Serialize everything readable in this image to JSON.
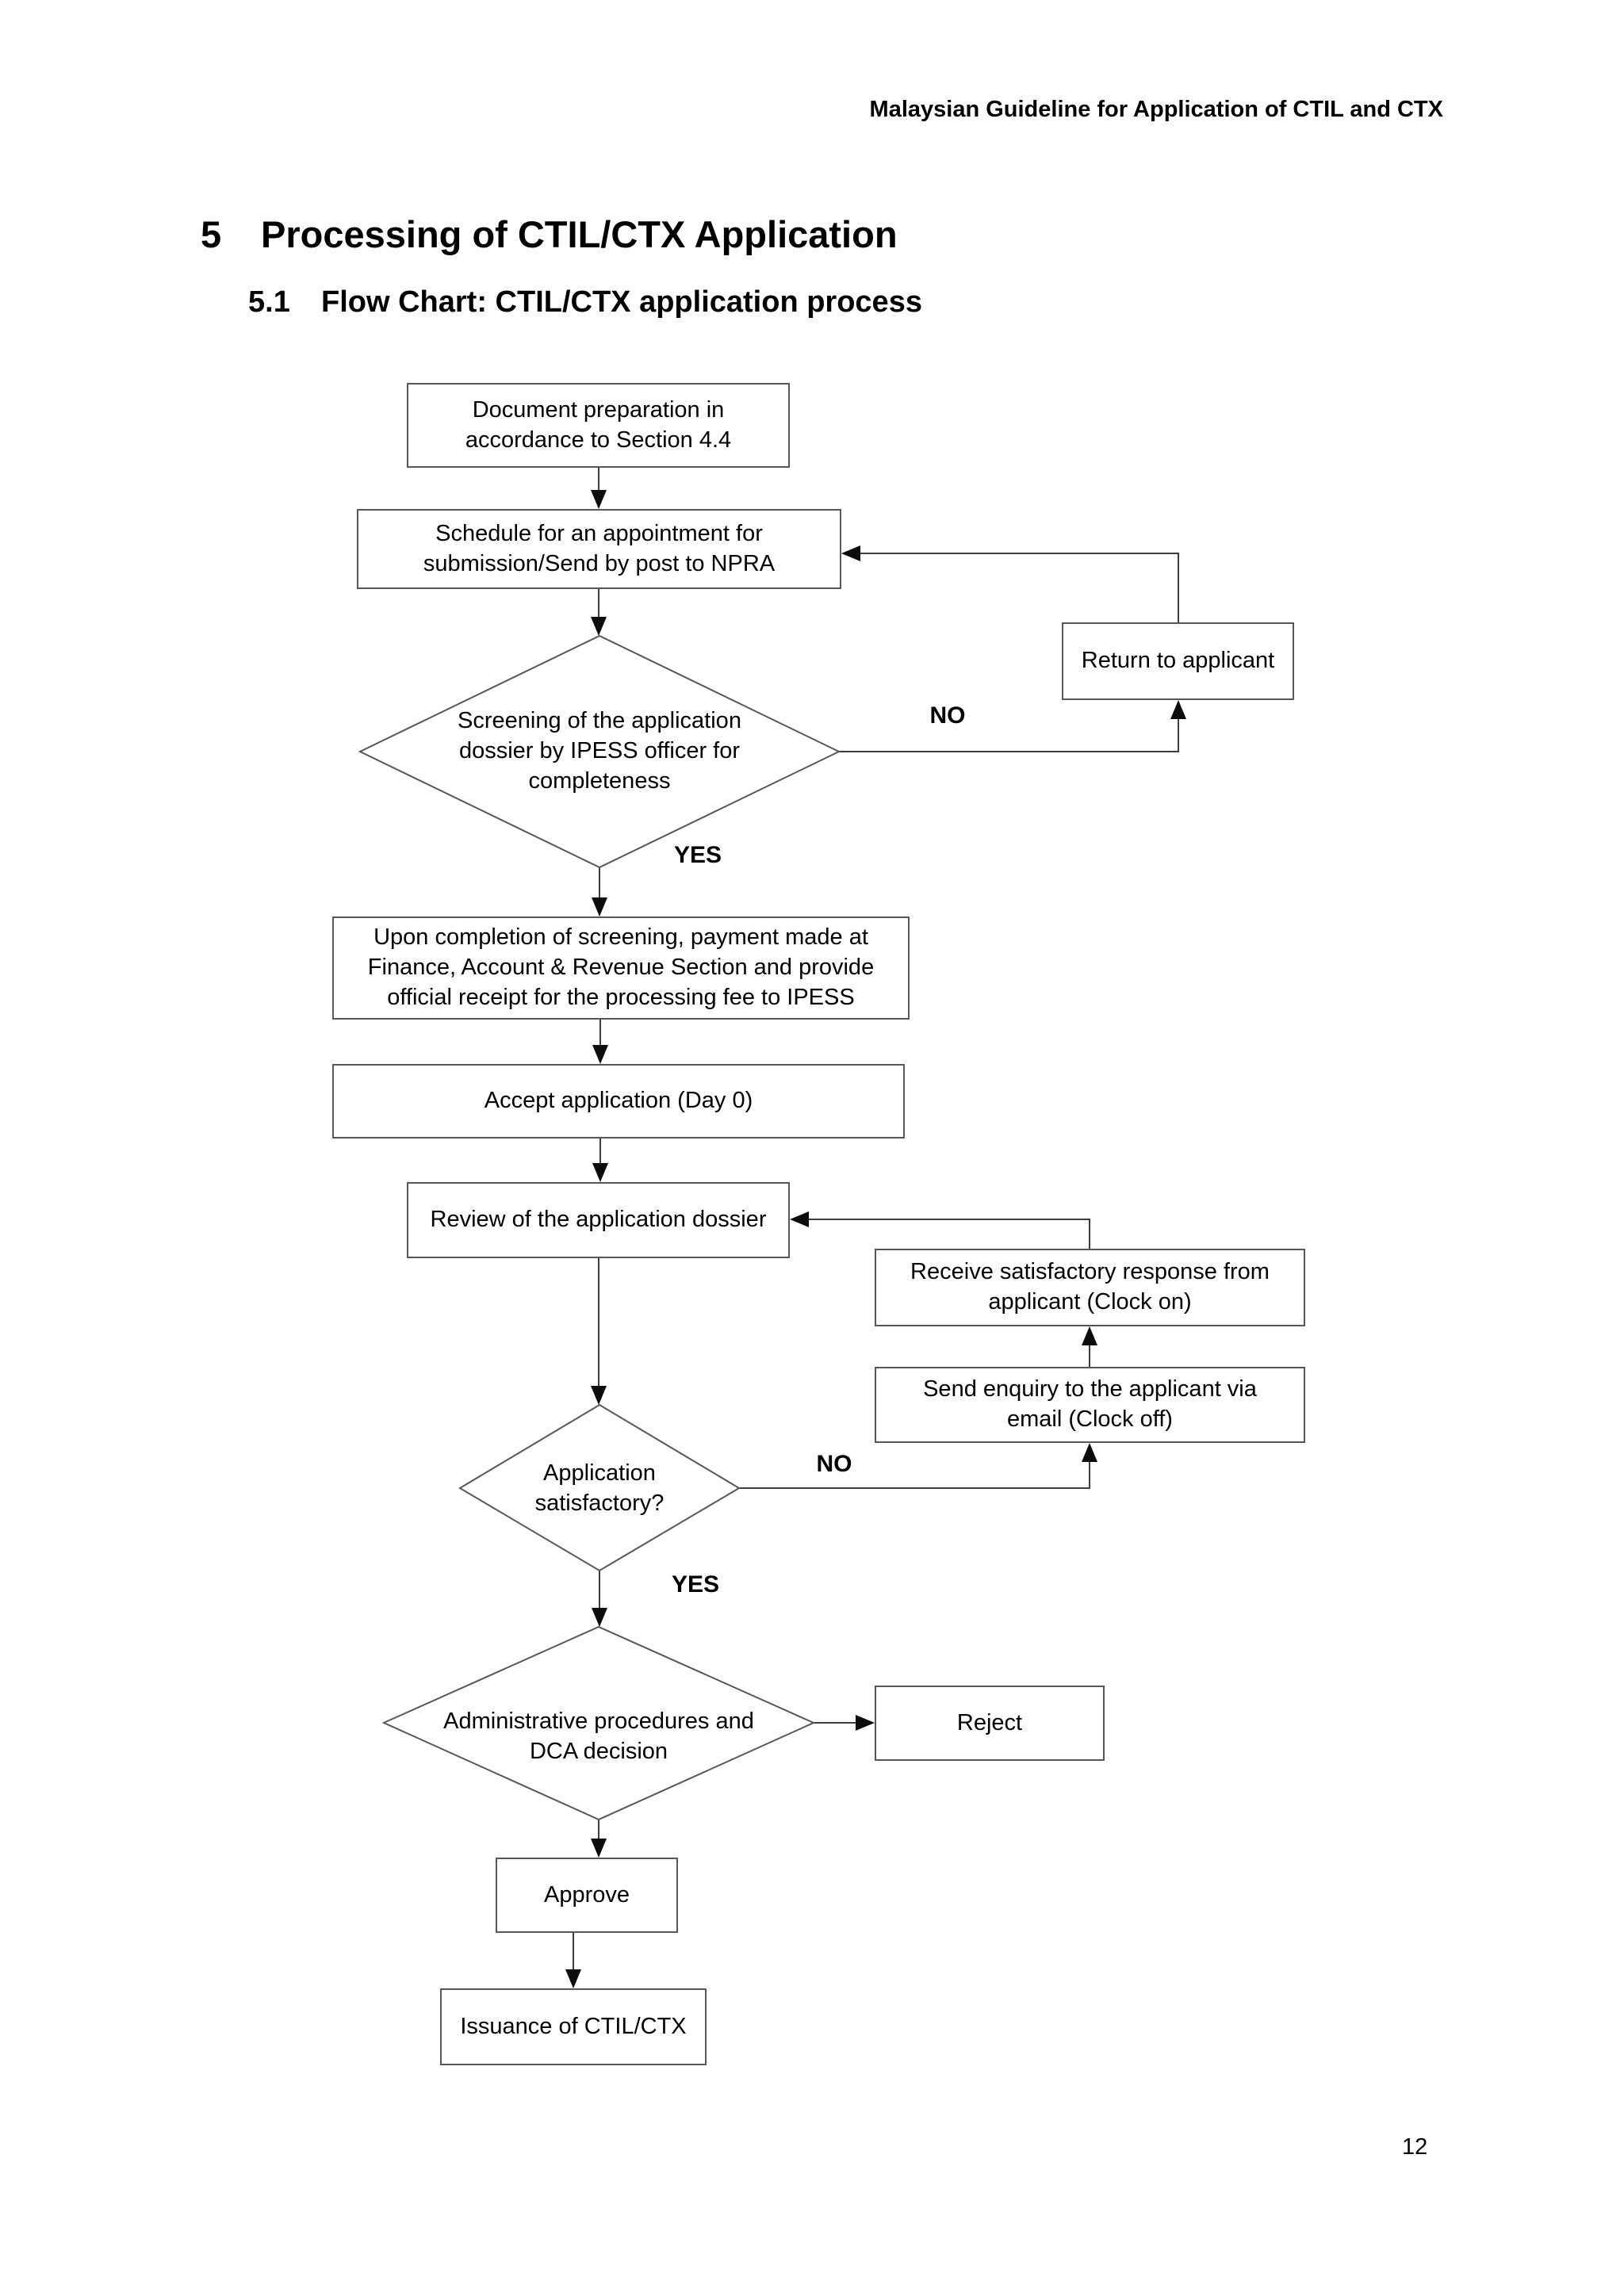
{
  "page": {
    "header": "Malaysian Guideline for Application of CTIL and CTX",
    "number": "12"
  },
  "headings": {
    "section_number": "5",
    "section_title": "Processing of CTIL/CTX Application",
    "subsection_number": "5.1",
    "subsection_title": "Flow Chart: CTIL/CTX application process"
  },
  "flowchart": {
    "nodes": {
      "doc_prep": "Document preparation in\naccordance to Section 4.4",
      "schedule": "Schedule for an appointment for\nsubmission/Send by post to NPRA",
      "screening": "Screening of the application\ndossier by IPESS officer for\ncompleteness",
      "return_applicant": "Return to applicant",
      "payment": "Upon completion of screening, payment made at\nFinance, Account & Revenue Section and provide\nofficial receipt for the processing fee to IPESS",
      "accept": "Accept application (Day 0)",
      "review": "Review of the application dossier",
      "receive_response": "Receive satisfactory response from\napplicant (Clock on)",
      "send_enquiry": "Send enquiry to the applicant via\nemail (Clock off)",
      "satisfactory": "Application\nsatisfactory?",
      "admin_dca": "Administrative procedures and\nDCA decision",
      "reject": "Reject",
      "approve": "Approve",
      "issuance": "Issuance of CTIL/CTX"
    },
    "labels": {
      "screening_no": "NO",
      "screening_yes": "YES",
      "satisfactory_no": "NO",
      "satisfactory_yes": "YES"
    },
    "colors": {
      "box_border": "#57575a",
      "line_color": "#3d3d3f",
      "arrow_color": "#0c0c0c",
      "text_color": "#000000",
      "page_bg": "#ffffff"
    }
  }
}
